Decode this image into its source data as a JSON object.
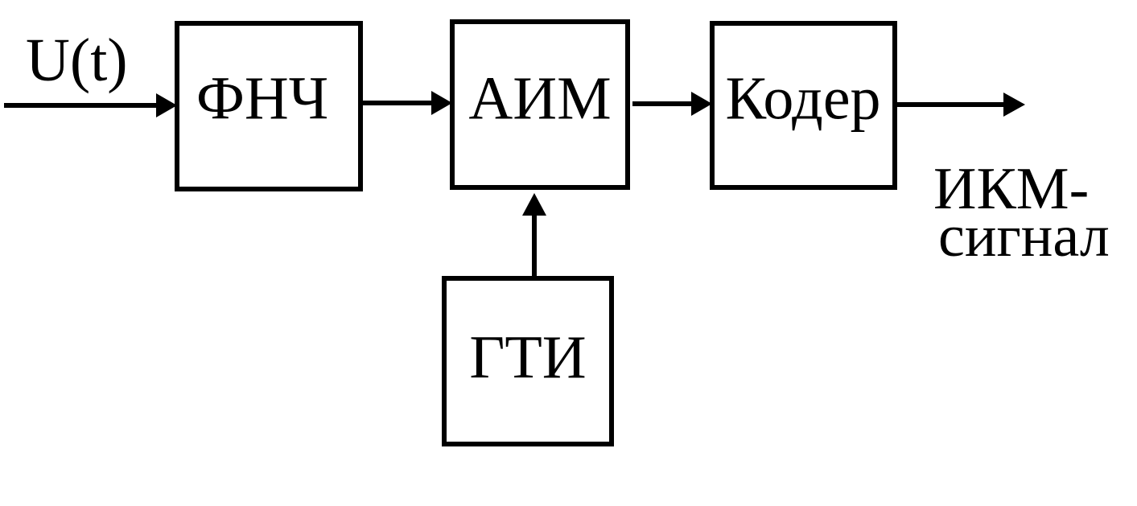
{
  "input": {
    "label": "U(t)"
  },
  "blocks": {
    "lpf": {
      "label": "ФНЧ"
    },
    "pam": {
      "label": "АИМ"
    },
    "coder": {
      "label": "Кодер"
    },
    "gti": {
      "label": "ГТИ"
    }
  },
  "output": {
    "line1": "ИКМ-",
    "line2": "сигнал"
  },
  "colors": {
    "stroke": "#000000",
    "background": "#ffffff"
  }
}
